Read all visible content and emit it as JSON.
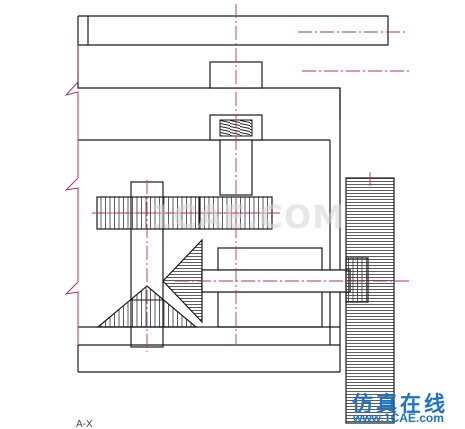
{
  "drawing": {
    "colors": {
      "line": "#1a1a1a",
      "centerline": "#b0306e",
      "break_line": "#b0306e",
      "hatch": "#333333",
      "background": "#ffffff"
    }
  },
  "watermark": {
    "overlay_text": "1CAE.COM",
    "brand_cn": "仿真在线",
    "brand_url": "www.1CAE.com",
    "color": "#1e73c9"
  },
  "corner_label": "A-X"
}
